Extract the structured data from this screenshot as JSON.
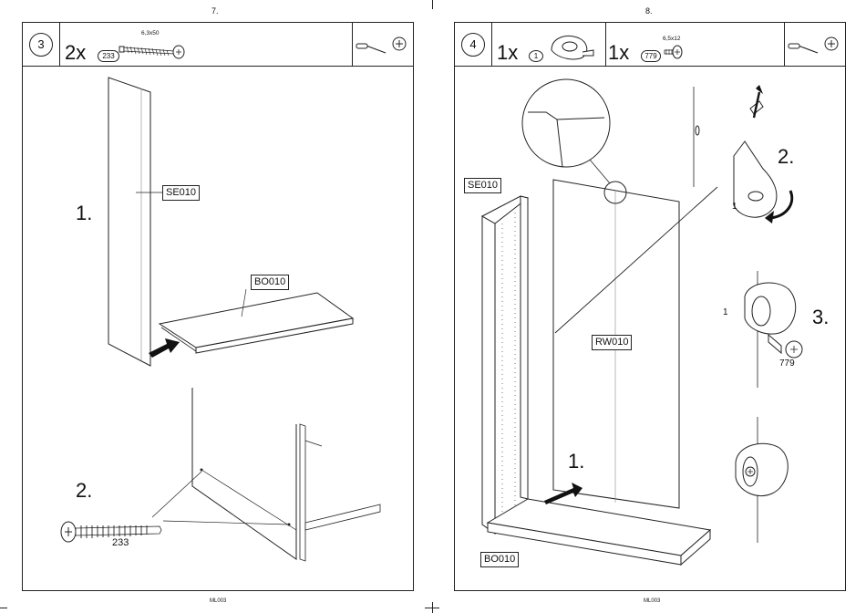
{
  "pages": [
    {
      "page_number": "7.",
      "footer": "ML003",
      "step": "3",
      "parts": [
        {
          "qty": "2x",
          "part_no": "233",
          "size": "6,3x50"
        }
      ],
      "labels": {
        "se": "SE010",
        "bo": "BO010"
      },
      "substeps": {
        "s1": "1.",
        "s2": "2."
      },
      "screw_label": "233"
    },
    {
      "page_number": "8.",
      "footer": "ML003",
      "step": "4",
      "parts": [
        {
          "qty": "1x",
          "part_no": "1",
          "size": ""
        },
        {
          "qty": "1x",
          "part_no": "779",
          "size": "6,5x12"
        }
      ],
      "labels": {
        "se": "SE010",
        "rw": "RW010",
        "bo": "BO010"
      },
      "substeps": {
        "s1": "1.",
        "s2": "2.",
        "s3": "3."
      },
      "detail_labels": {
        "part_a": "1",
        "part_b": "1",
        "screw": "779"
      }
    }
  ],
  "icons": [
    "screwdriver-icon",
    "phillips-head-icon",
    "screw-icon",
    "connector-fitting-icon"
  ]
}
